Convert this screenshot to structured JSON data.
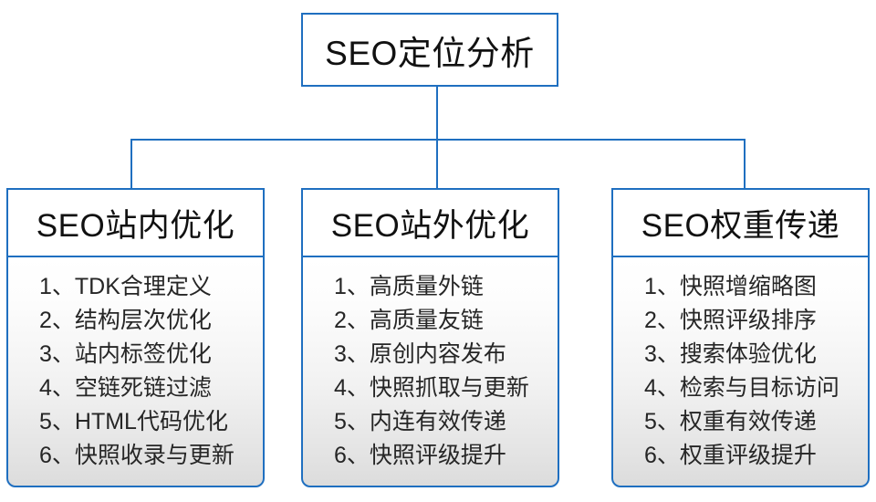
{
  "diagram": {
    "root": {
      "label": "SEO定位分析"
    },
    "theme": {
      "border_color": "#1f6fc0",
      "connector_color": "#1f6fc0",
      "header_fill": "#ffffff",
      "body_fill_top": "#ffffff",
      "body_fill_bottom": "#dcdcdc",
      "text_color": "#111111",
      "item_text_color": "#262626"
    },
    "branches": [
      {
        "header": "SEO站内优化",
        "items": [
          "1、TDK合理定义",
          "2、结构层次优化",
          "3、站内标签优化",
          "4、空链死链过滤",
          "5、HTML代码优化",
          "6、快照收录与更新"
        ]
      },
      {
        "header": "SEO站外优化",
        "items": [
          "1、高质量外链",
          "2、高质量友链",
          "3、原创内容发布",
          "4、快照抓取与更新",
          "5、内连有效传递",
          "6、快照评级提升"
        ]
      },
      {
        "header": "SEO权重传递",
        "items": [
          "1、快照增缩略图",
          "2、快照评级排序",
          "3、搜索体验优化",
          "4、检索与目标访问",
          "5、权重有效传递",
          "6、权重评级提升"
        ]
      }
    ]
  }
}
